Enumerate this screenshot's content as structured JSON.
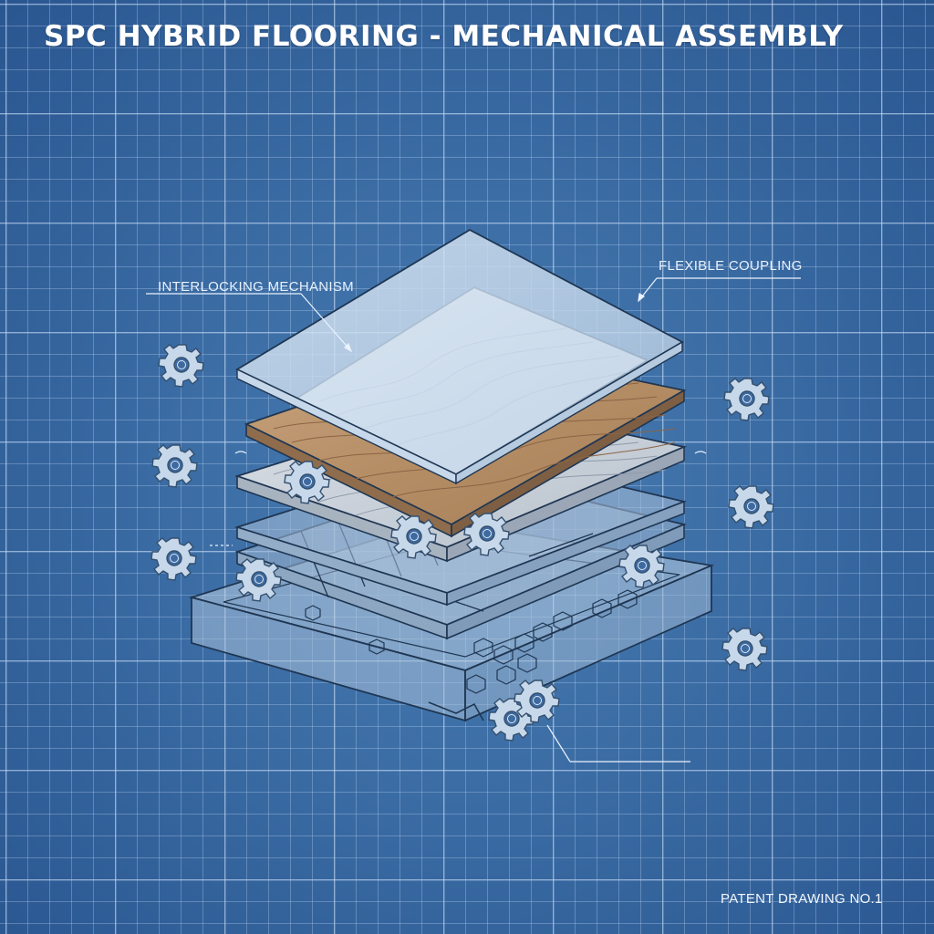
{
  "title": "SPC HYBRID FLOORING - MECHANICAL ASSEMBLY",
  "labels": {
    "interlocking": "INTERLOCKING MECHANISM",
    "coupling": "FLEXIBLE COUPLING",
    "patent": "PATENT DRAWING NO.1"
  },
  "colors": {
    "background": "#3b6ca4",
    "grid": "#bed7f5",
    "line": "#e9f2fd",
    "wood_layer": "#b58e66",
    "clear_layer": "#c9ddef"
  }
}
